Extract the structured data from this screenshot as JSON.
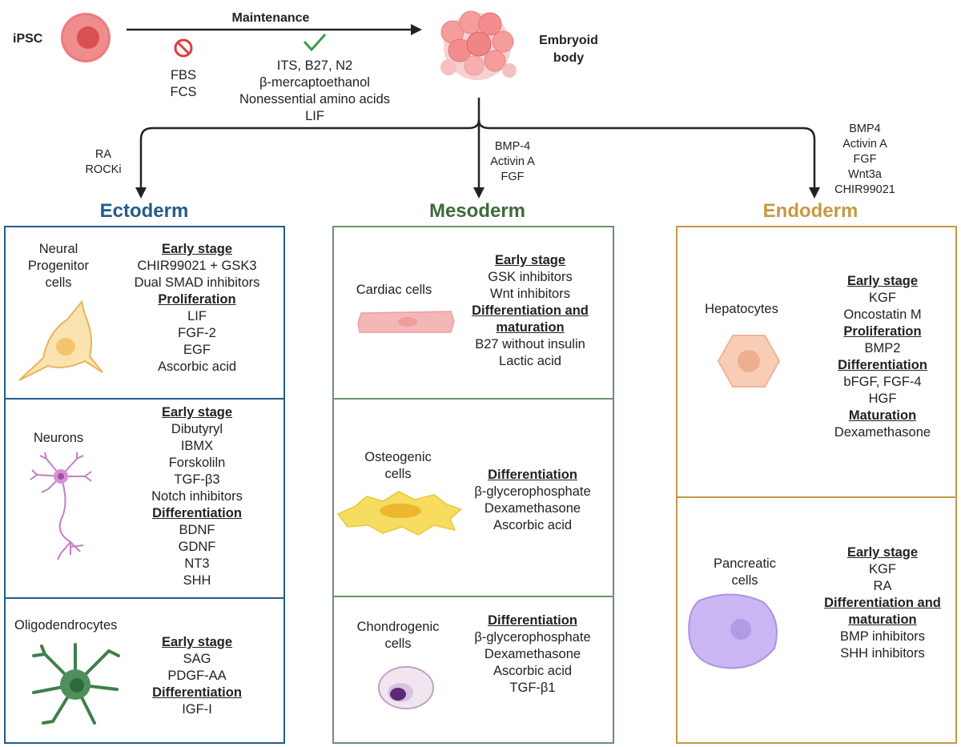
{
  "top": {
    "ipsc_label": "iPSC",
    "maintenance_label": "Maintenance",
    "embryoid_label": [
      "Embryoid",
      "body"
    ],
    "excluded": [
      "FBS",
      "FCS"
    ],
    "included": [
      "ITS, B27, N2",
      "β-mercaptoethanol",
      "Nonessential amino acids",
      "LIF"
    ],
    "ecto_factors": [
      "RA",
      "ROCKi"
    ],
    "meso_factors": [
      "BMP-4",
      "Activin A",
      "FGF"
    ],
    "endo_factors": [
      "BMP4",
      "Activin A",
      "FGF",
      "Wnt3a",
      "CHIR99021"
    ]
  },
  "colors": {
    "ectoderm": "#245b8c",
    "mesoderm": "#3d6b3a",
    "endoderm": "#c59a45",
    "ipsc": "#e96a6a",
    "prohibit": "#e03c3c",
    "check": "#3c9a4a"
  },
  "ectoderm": {
    "title": "Ectoderm",
    "cells": [
      {
        "name": [
          "Neural",
          "Progenitor",
          "cells"
        ],
        "conditions": [
          {
            "t": "Early stage",
            "h": true
          },
          {
            "t": "CHIR99021 + GSK3"
          },
          {
            "t": "Dual SMAD inhibitors"
          },
          {
            "t": "Proliferation",
            "h": true
          },
          {
            "t": "LIF"
          },
          {
            "t": "FGF-2"
          },
          {
            "t": "EGF"
          },
          {
            "t": "Ascorbic acid"
          }
        ]
      },
      {
        "name": [
          "Neurons"
        ],
        "conditions": [
          {
            "t": "Early stage",
            "h": true
          },
          {
            "t": "Dibutyryl"
          },
          {
            "t": "IBMX"
          },
          {
            "t": "Forskoliln"
          },
          {
            "t": "TGF-β3"
          },
          {
            "t": "Notch inhibitors"
          },
          {
            "t": "Differentiation",
            "h": true
          },
          {
            "t": "BDNF"
          },
          {
            "t": "GDNF"
          },
          {
            "t": "NT3"
          },
          {
            "t": "SHH"
          }
        ]
      },
      {
        "name": [
          "Oligodendrocytes"
        ],
        "conditions": [
          {
            "t": "Early stage",
            "h": true
          },
          {
            "t": "SAG"
          },
          {
            "t": "PDGF-AA"
          },
          {
            "t": "Differentiation",
            "h": true
          },
          {
            "t": "IGF-I"
          }
        ]
      }
    ]
  },
  "mesoderm": {
    "title": "Mesoderm",
    "cells": [
      {
        "name": [
          "Cardiac cells"
        ],
        "conditions": [
          {
            "t": "Early stage",
            "h": true
          },
          {
            "t": "GSK inhibitors"
          },
          {
            "t": "Wnt inhibitors"
          },
          {
            "t": "Differentiation and",
            "h": true
          },
          {
            "t": "maturation",
            "h": true
          },
          {
            "t": "B27 without insulin"
          },
          {
            "t": "Lactic acid"
          }
        ]
      },
      {
        "name": [
          "Osteogenic",
          "cells"
        ],
        "conditions": [
          {
            "t": "Differentiation",
            "h": true
          },
          {
            "t": "β-glycerophosphate"
          },
          {
            "t": "Dexamethasone"
          },
          {
            "t": "Ascorbic acid"
          }
        ]
      },
      {
        "name": [
          "Chondrogenic",
          "cells"
        ],
        "conditions": [
          {
            "t": "Differentiation",
            "h": true
          },
          {
            "t": "β-glycerophosphate"
          },
          {
            "t": "Dexamethasone"
          },
          {
            "t": "Ascorbic acid"
          },
          {
            "t": "TGF-β1"
          }
        ]
      }
    ]
  },
  "endoderm": {
    "title": "Endoderm",
    "cells": [
      {
        "name": [
          "Hepatocytes"
        ],
        "conditions": [
          {
            "t": "Early stage",
            "h": true
          },
          {
            "t": "KGF"
          },
          {
            "t": "Oncostatin M"
          },
          {
            "t": "Proliferation",
            "h": true
          },
          {
            "t": "BMP2"
          },
          {
            "t": "Differentiation",
            "h": true
          },
          {
            "t": "bFGF, FGF-4"
          },
          {
            "t": "HGF"
          },
          {
            "t": "Maturation",
            "h": true
          },
          {
            "t": "Dexamethasone"
          }
        ]
      },
      {
        "name": [
          "Pancreatic",
          "cells"
        ],
        "conditions": [
          {
            "t": "Early stage",
            "h": true
          },
          {
            "t": "KGF"
          },
          {
            "t": "RA"
          },
          {
            "t": "Differentiation and",
            "h": true
          },
          {
            "t": "maturation",
            "h": true
          },
          {
            "t": "BMP inhibitors"
          },
          {
            "t": "SHH inhibitors"
          }
        ]
      }
    ]
  }
}
